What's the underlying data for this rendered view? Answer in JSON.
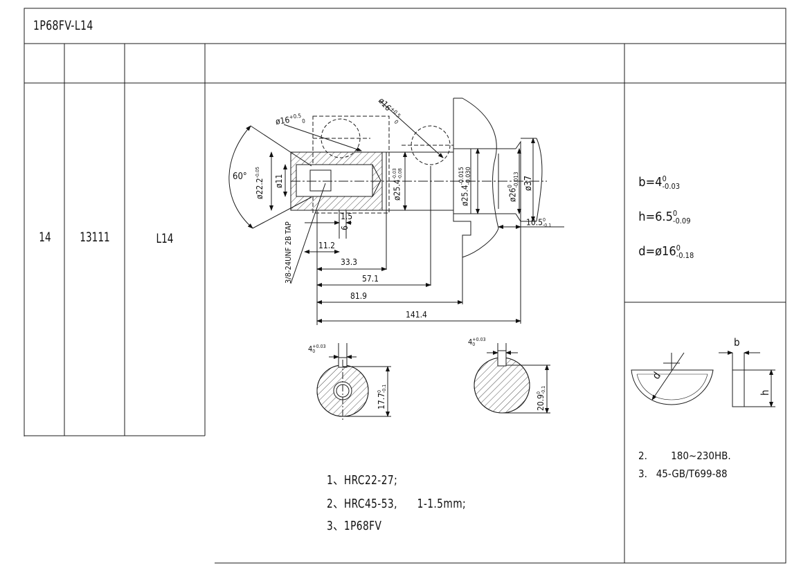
{
  "sheet": {
    "title": "1P68FV-L14"
  },
  "table_row": {
    "seq": "14",
    "code": "13111",
    "model": "L14"
  },
  "drawing": {
    "chamfer_angle": "60°",
    "hole_dia_upper_left": "ø16",
    "hole_dia_upper_left_tol_upper": "+0.5",
    "hole_dia_upper_left_tol_lower": "0",
    "hole_dia_upper_right": "ø16",
    "hole_dia_upper_right_tol_upper": "+0.5",
    "hole_dia_upper_right_tol_lower": "0",
    "dia_22_2": "ø22.2",
    "dia_22_2_tol": "-0.05",
    "dia_11": "ø11",
    "dia_25_4_a": "ø25.4",
    "dia_25_4_a_tol_upper": "-0.03",
    "dia_25_4_a_tol_lower": "-0.08",
    "dia_25_4_b": "ø25.4",
    "dia_25_4_b_tol_upper": "-0.015",
    "dia_25_4_b_tol_lower": "-0.030",
    "dia_26": "ø26",
    "dia_26_tol_upper": "0",
    "dia_26_tol_lower": "-0.013",
    "dia_37": "ø37",
    "dim_10_5": "10.5",
    "dim_10_5_tol_upper": "0",
    "dim_10_5_tol_lower": "-0.1",
    "dim_1_5": "1.5",
    "dim_6": "6",
    "dim_11_2": "11.2",
    "dim_33_3": "33.3",
    "dim_57_1": "57.1",
    "dim_81_9": "81.9",
    "dim_141_4": "141.4",
    "thread_note": "3/8-24UNF 2B TAP",
    "section_a_key": "4",
    "section_a_key_tol_upper": "+0.03",
    "section_a_key_tol_lower": "0",
    "section_a_depth": "17.7",
    "section_a_depth_tol_upper": "0",
    "section_a_depth_tol_lower": "-0.1",
    "section_b_key": "4",
    "section_b_key_tol_upper": "+0.03",
    "section_b_key_tol_lower": "0",
    "section_b_depth": "20.9",
    "section_b_depth_tol_upper": "0",
    "section_b_depth_tol_lower": "-0.1"
  },
  "key_specs": {
    "b_label": "b=4",
    "b_tol_upper": "0",
    "b_tol_lower": "-0.03",
    "h_label": "h=6.5",
    "h_tol_upper": "0",
    "h_tol_lower": "-0.09",
    "d_label": "d=ø16",
    "d_tol_upper": "0",
    "d_tol_lower": "-0.18",
    "diagram_d": "d",
    "diagram_b": "b",
    "diagram_h": "h",
    "note2": "2.        180~230HB.",
    "note3": "3.   45-GB/T699-88"
  },
  "notes": {
    "line1": "1、HRC22-27;",
    "line2": "2、HRC45-53,      1-1.5mm;",
    "line3": "3、1P68FV"
  },
  "colors": {
    "line": "#1a1a1a",
    "background": "#ffffff"
  }
}
